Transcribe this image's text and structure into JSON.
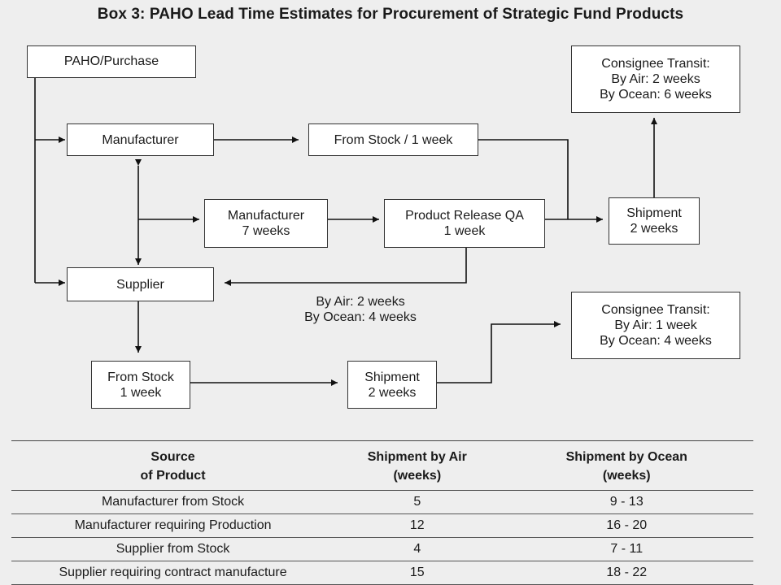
{
  "title": "Box 3: PAHO Lead Time Estimates for Procurement of Strategic Fund Products",
  "boxes": {
    "paho_purchase": [
      "PAHO/Purchase"
    ],
    "manufacturer": [
      "Manufacturer"
    ],
    "from_stock_mfr": [
      "From Stock / 1 week"
    ],
    "consignee_transit_top": [
      "Consignee Transit:",
      "By Air: 2 weeks",
      "By Ocean: 6 weeks"
    ],
    "manufacturer_7wk": [
      "Manufacturer",
      "7 weeks"
    ],
    "product_release_qa": [
      "Product Release QA",
      "1 week"
    ],
    "shipment_top": [
      "Shipment",
      "2 weeks"
    ],
    "supplier": [
      "Supplier"
    ],
    "from_stock_supplier": [
      "From Stock",
      "1 week"
    ],
    "shipment_bottom": [
      "Shipment",
      "2 weeks"
    ],
    "consignee_transit_bottom": [
      "Consignee Transit:",
      "By Air: 1 week",
      "By Ocean: 4 weeks"
    ]
  },
  "notes": {
    "supplier_transit": [
      "By Air: 2 weeks",
      "By Ocean: 4 weeks"
    ]
  },
  "table": {
    "headers": [
      [
        "Source",
        "of Product"
      ],
      [
        "Shipment by Air",
        "(weeks)"
      ],
      [
        "Shipment by Ocean",
        "(weeks)"
      ]
    ],
    "rows": [
      [
        "Manufacturer from Stock",
        "5",
        "9 - 13"
      ],
      [
        "Manufacturer requiring Production",
        "12",
        "16 - 20"
      ],
      [
        "Supplier from Stock",
        "4",
        "7 - 11"
      ],
      [
        "Supplier requiring contract manufacture",
        "15",
        "18 - 22"
      ]
    ]
  }
}
